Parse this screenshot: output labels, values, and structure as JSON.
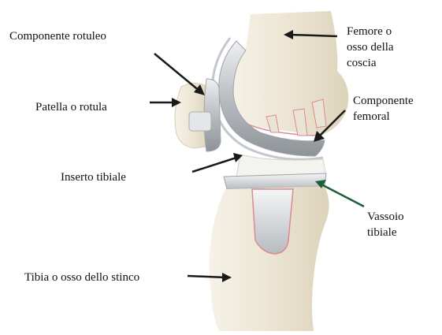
{
  "labels": {
    "componente_rotuleo": "Componente rotuleo",
    "patella": "Patella o rotula",
    "inserto_tibiale": "Inserto tibiale",
    "tibia": "Tibia o osso dello stinco",
    "femore": [
      "Femore o",
      "osso della",
      "coscia"
    ],
    "componente_femoral": [
      "Componente",
      "femoral"
    ],
    "vassoio_tibiale": [
      "Vassoio",
      "tibiale"
    ]
  },
  "colors": {
    "bone": "#ece6d6",
    "bone_shadow": "#d8cfb8",
    "implant_metal": "#a9adb2",
    "implant_light": "#dfe2e5",
    "cut_edge": "#d98a92",
    "arrow": "#1a1a1a",
    "arrow_green": "#1f5c3a"
  }
}
